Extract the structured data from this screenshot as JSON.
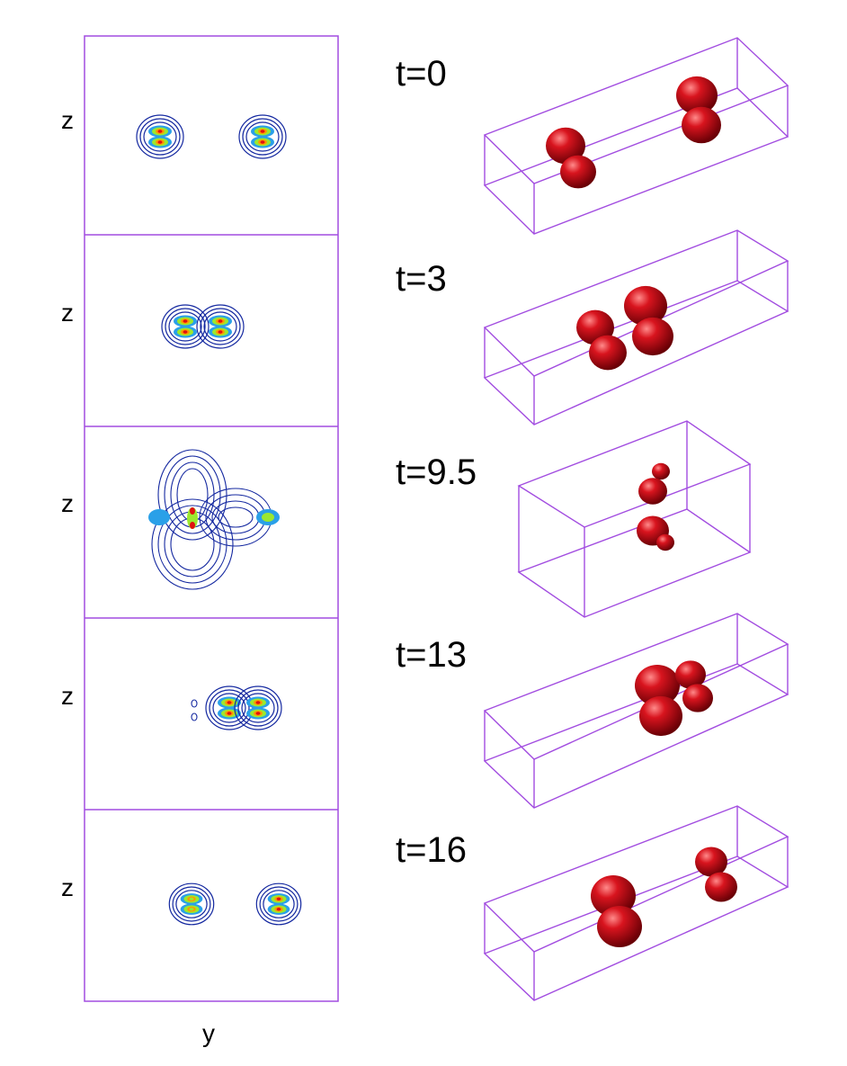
{
  "axes": {
    "z_label": "z",
    "y_label": "y"
  },
  "snapshots": [
    {
      "time_label": "t=0"
    },
    {
      "time_label": "t=3"
    },
    {
      "time_label": "t=9.5"
    },
    {
      "time_label": "t=13"
    },
    {
      "time_label": "t=16"
    }
  ],
  "colors": {
    "frame": "#a24de0",
    "blob_dark": "#7a0008",
    "blob_mid": "#c8101c",
    "blob_light": "#ff6b6b",
    "contour_outer": "#1428a0",
    "contour_mid": "#2aa0e8",
    "contour_inner": "#9be830",
    "contour_core": "#ff9a00",
    "contour_peak": "#e01010"
  }
}
